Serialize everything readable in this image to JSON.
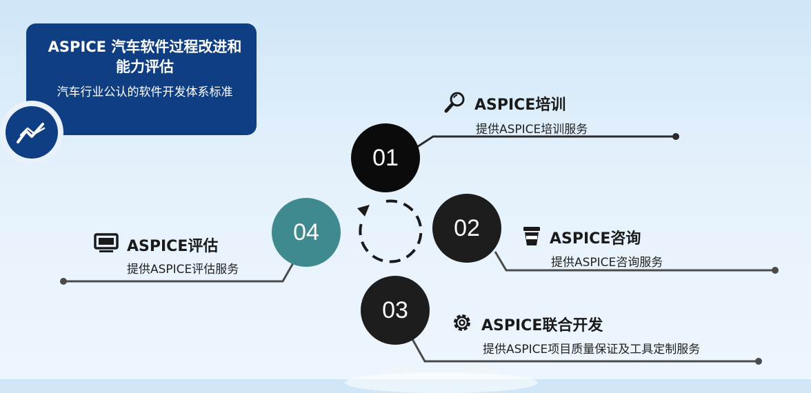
{
  "title_card": {
    "title": "ASPICE 汽车软件过程改进和能力评估",
    "subtitle": "汽车行业公认的软件开发体系标准",
    "icon": "trend-line-icon"
  },
  "steps": [
    {
      "number": "01",
      "title": "ASPICE培训",
      "description": "提供ASPICE培训服务",
      "icon": "search-icon",
      "color": "#0b0b0b"
    },
    {
      "number": "02",
      "title": "ASPICE咨询",
      "description": "提供ASPICE咨询服务",
      "icon": "cup-icon",
      "color": "#1d1d1d"
    },
    {
      "number": "03",
      "title": "ASPICE联合开发",
      "description": "提供ASPICE项目质量保证及工具定制服务",
      "icon": "gear-icon",
      "color": "#1d1d1d"
    },
    {
      "number": "04",
      "title": "ASPICE评估",
      "description": "提供ASPICE评估服务",
      "icon": "monitor-icon",
      "color": "#3f8a8f"
    }
  ],
  "colors": {
    "card": "#0f3f82",
    "accent_teal": "#3f8a8f",
    "dark": "#1d1d1d"
  }
}
